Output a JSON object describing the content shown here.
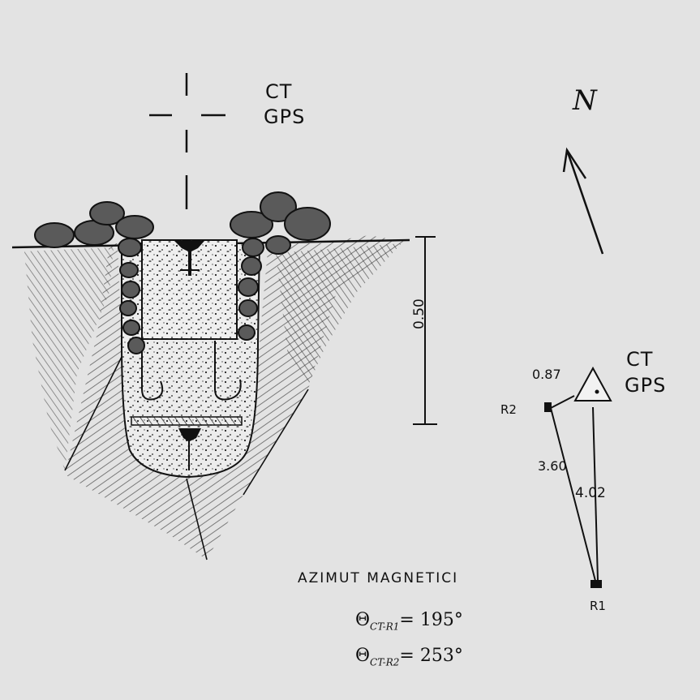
{
  "marker": {
    "line1": "CT",
    "line2": "GPS"
  },
  "depth": {
    "value": "0.50"
  },
  "north": {
    "label": "N"
  },
  "triangle_label": {
    "line1": "CT",
    "line2": "GPS"
  },
  "points": {
    "r1": "R1",
    "r2": "R2"
  },
  "distances": {
    "ct_r2": "0.87",
    "r2_r1": "3.60",
    "ct_r1": "4.02"
  },
  "azimuth": {
    "title": "AZIMUT MAGNETICI",
    "theta_symbol": "Θ",
    "eq1_sub": "CT-R1",
    "eq1_value": "= 195°",
    "eq2_sub": "CT-R2",
    "eq2_value": "= 253°"
  },
  "colors": {
    "background": "#e3e3e3",
    "ink": "#111111",
    "stone": "#5a5a5a"
  }
}
